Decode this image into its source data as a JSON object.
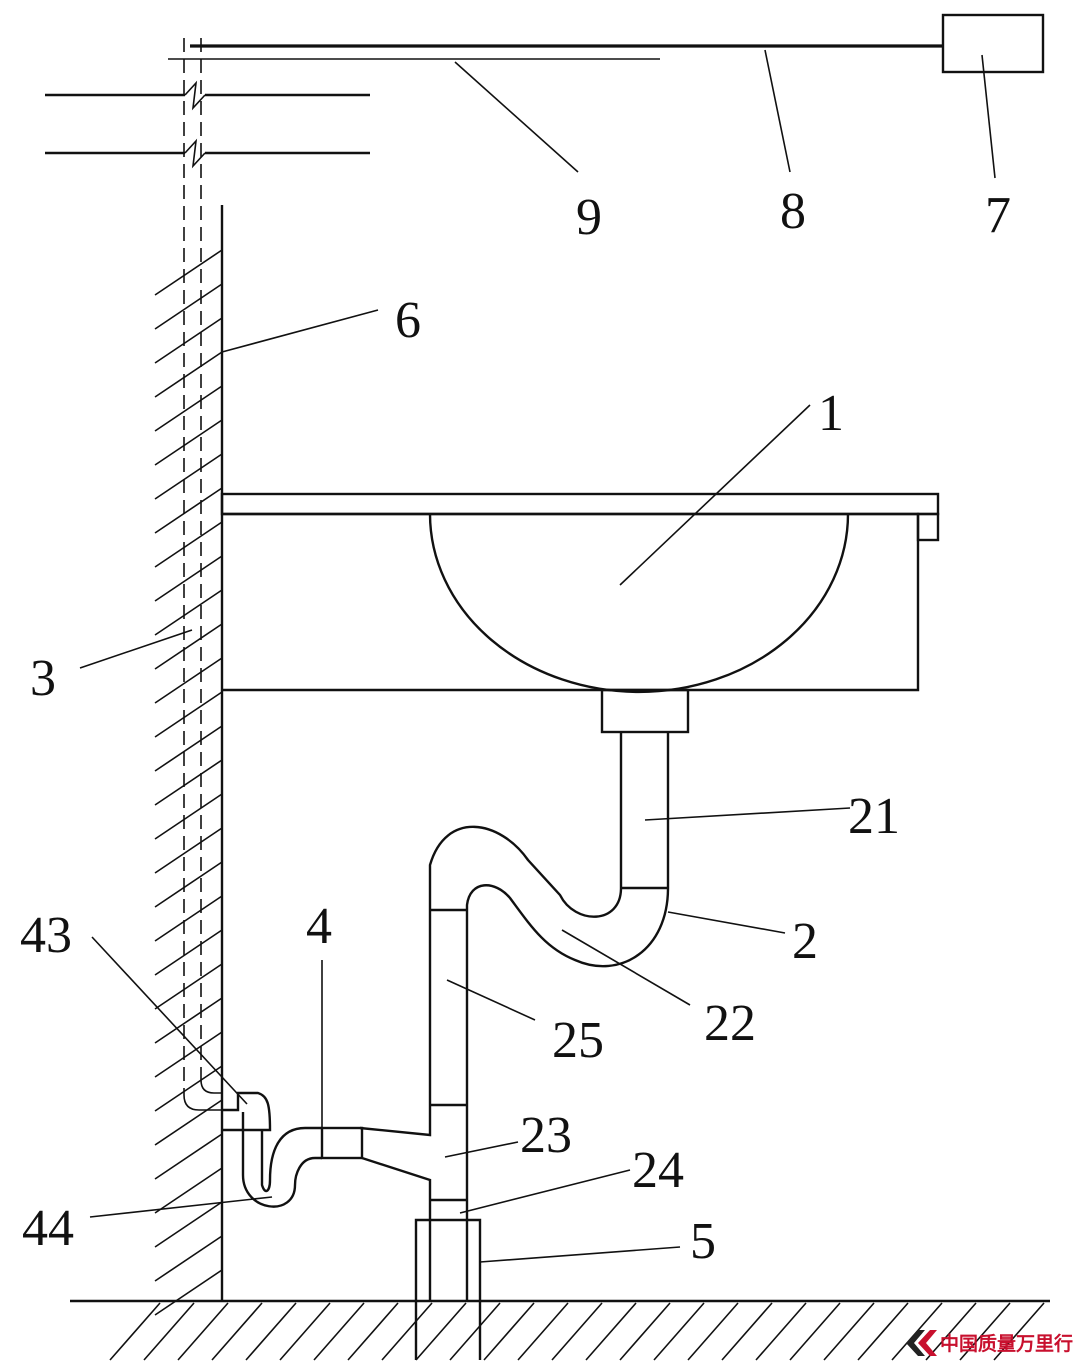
{
  "labels": {
    "l1": "1",
    "l2": "2",
    "l21": "21",
    "l22": "22",
    "l23": "23",
    "l24": "24",
    "l25": "25",
    "l3": "3",
    "l4": "4",
    "l43": "43",
    "l44": "44",
    "l5": "5",
    "l6": "6",
    "l7": "7",
    "l8": "8",
    "l9": "9"
  },
  "watermark": {
    "text": "中国质量万里行",
    "color": "#c8102e"
  }
}
